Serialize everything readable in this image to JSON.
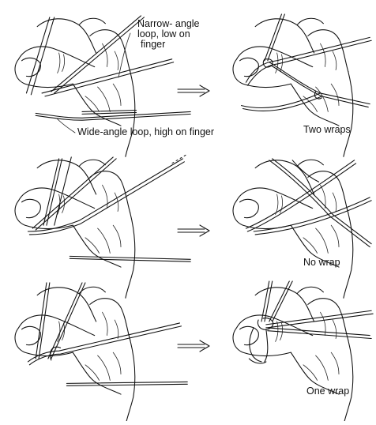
{
  "labels": {
    "narrow_line1": "Narrow- angle",
    "narrow_line2": "loop, low on",
    "narrow_line3": "finger",
    "wide": "Wide-angle loop, high on finger",
    "two_wraps": "Two wraps",
    "no_wrap": "No wrap",
    "one_wrap": "One wrap"
  },
  "icons": {
    "arrow": "right-arrow-icon",
    "hand": "hand-illustration"
  }
}
